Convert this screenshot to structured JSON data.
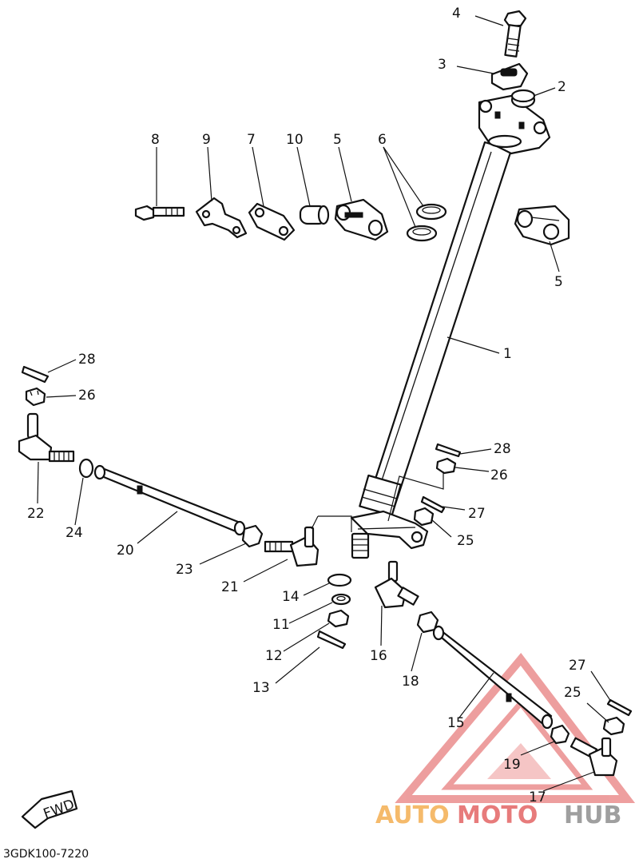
{
  "diagram": {
    "drawing_code": "3GDK100-7220",
    "direction_arrow": "FWD",
    "callouts": {
      "c1": "1",
      "c2": "2",
      "c3": "3",
      "c4": "4",
      "c5a": "5",
      "c5b": "5",
      "c6": "6",
      "c7": "7",
      "c8": "8",
      "c9": "9",
      "c10": "10",
      "c11": "11",
      "c12": "12",
      "c13": "13",
      "c14": "14",
      "c15": "15",
      "c16": "16",
      "c17": "17",
      "c18": "18",
      "c19": "19",
      "c20": "20",
      "c21": "21",
      "c22": "22",
      "c23": "23",
      "c24": "24",
      "c25a": "25",
      "c25b": "25",
      "c26a": "26",
      "c26b": "26",
      "c27a": "27",
      "c27b": "27",
      "c28a": "28",
      "c28b": "28"
    }
  },
  "watermark": {
    "word1": "AUTO",
    "word2": "MOTO",
    "word3": "HUB",
    "colors": {
      "red": "#e05050",
      "orange": "#f2a33a",
      "gray": "#7f7f7f"
    }
  }
}
